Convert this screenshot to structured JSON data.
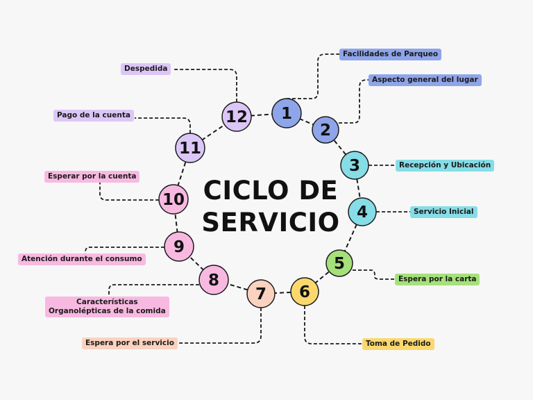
{
  "title": {
    "line1": "CICLO DE",
    "line2": "SERVICIO"
  },
  "colors": {
    "blue": "#8fa5ea",
    "cyan": "#86dde6",
    "green": "#a6e07a",
    "yellow": "#fad86e",
    "peach": "#fbd2bf",
    "pink": "#f8b9e1",
    "lavender": "#dcc6f7"
  },
  "steps": [
    {
      "number": "1",
      "label": "Facilidades de Parqueo",
      "color": "#8fa5ea"
    },
    {
      "number": "2",
      "label": "Aspecto general del lugar",
      "color": "#8fa5ea"
    },
    {
      "number": "3",
      "label": "Recepción y Ubicación",
      "color": "#86dde6"
    },
    {
      "number": "4",
      "label": "Servicio Inicial",
      "color": "#86dde6"
    },
    {
      "number": "5",
      "label": "Espera por la carta",
      "color": "#a6e07a"
    },
    {
      "number": "6",
      "label": "Toma de Pedido",
      "color": "#fad86e"
    },
    {
      "number": "7",
      "label": "Espera por el servicio",
      "color": "#fbd2bf"
    },
    {
      "number": "8",
      "label": "Características\nOrganolépticas de la comida",
      "color": "#f8b9e1"
    },
    {
      "number": "9",
      "label": "Atención durante el consumo",
      "color": "#f8b9e1"
    },
    {
      "number": "10",
      "label": "Esperar por la cuenta",
      "color": "#f8b9e1"
    },
    {
      "number": "11",
      "label": "Pago de la cuenta",
      "color": "#dcc6f7"
    },
    {
      "number": "12",
      "label": "Despedida",
      "color": "#dcc6f7"
    }
  ]
}
